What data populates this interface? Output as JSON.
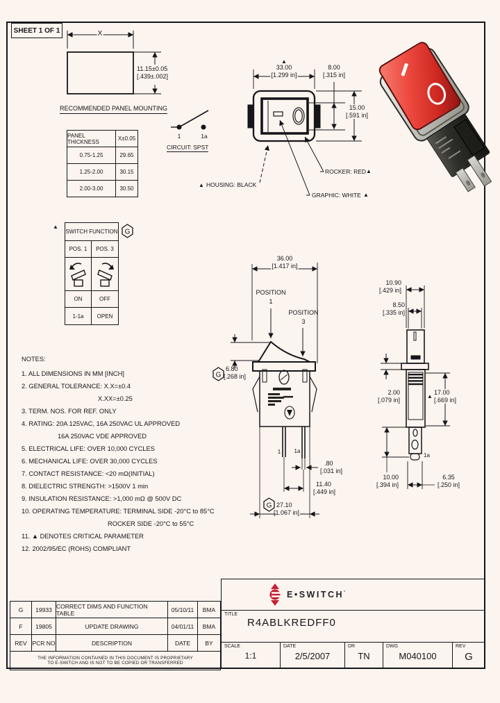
{
  "icons": {
    "critical": "▲"
  },
  "sheet_label": "SHEET 1 OF 1",
  "panel_mounting": {
    "heading": "RECOMMENDED PANEL MOUNTING",
    "dim_x_label": "X",
    "height_mm": "11.15±0.05",
    "height_in": "[.439±.002]",
    "table": {
      "col1": "PANEL THICKNESS",
      "col2": "X±0.05",
      "rows": [
        [
          "0.75-1.25",
          "29.65"
        ],
        [
          "1.25-2.00",
          "30.15"
        ],
        [
          "2.00-3.00",
          "30.50"
        ]
      ]
    }
  },
  "circuit": {
    "terminal1": "1",
    "terminal2": "1a",
    "label": "CIRCUIT: SPST"
  },
  "front_view": {
    "width_mm": "33.00",
    "width_in": "[1.299 in]",
    "rocker_mm": "8.00",
    "rocker_in": "[.315 in]",
    "height_mm": "15.00",
    "height_in": "[.591 in]",
    "housing_callout": "HOUSING: BLACK",
    "rocker_callout": "ROCKER: RED",
    "graphic_callout": "GRAPHIC: WHITE"
  },
  "function_table": {
    "flag": "G",
    "title": "SWITCH FUNCTION",
    "pos1": "POS. 1",
    "pos3": "POS. 3",
    "state1": "ON",
    "state3": "OFF",
    "circuit1": "1-1a",
    "circuit3": "OPEN"
  },
  "notes": {
    "title": "NOTES:",
    "lines": [
      "1. ALL DIMENSIONS IN MM [INCH]",
      "2. GENERAL TOLERANCE: X.X=±0.4",
      "X.XX=±0.25",
      "3. TERM. NOS. FOR REF. ONLY",
      "4. RATING: 20A 125VAC, 16A 250VAC UL APPROVED",
      "16A 250VAC VDE APPROVED",
      "5. ELECTRICAL LIFE: OVER 10,000 CYCLES",
      "6. MECHANICAL LIFE: OVER 30,000 CYCLES",
      "7. CONTACT RESISTANCE: <20 mΩ(INITIAL)",
      "8. DIELECTRIC STRENGTH: >1500V 1 min",
      "9. INSULATION RESISTANCE: >1,000 mΩ @ 500V DC",
      "10. OPERATING TEMPERATURE: TERMINAL SIDE -20°C to 85°C",
      "ROCKER SIDE -20°C to 55°C",
      "11. ▲ DENOTES CRITICAL PARAMETER",
      "12. 2002/95/EC (ROHS) COMPLIANT"
    ]
  },
  "profile_view": {
    "width_mm": "36.00",
    "width_in": "[1.417 in]",
    "position_label1": "POSITION",
    "position_num1": "1",
    "position_label3": "POSITION",
    "position_num3": "3",
    "rocker_height_flag": "G",
    "rocker_height_mm": "6.80",
    "rocker_height_in": "[.268 in]",
    "terminal1": "1",
    "terminal2": "1a",
    "term_thick_mm": ".80",
    "term_thick_in": "[.031 in]",
    "term_pitch_mm": "11.40",
    "term_pitch_in": "[.449 in]",
    "body_width_flag": "G",
    "body_width_mm": "27.10",
    "body_width_in": "[1.067 in]"
  },
  "side_view": {
    "flange_w_mm": "10.90",
    "flange_w_in": "[.429 in]",
    "rocker_w_mm": "8.50",
    "rocker_w_in": "[.335 in]",
    "flange_t_mm": "2.00",
    "flange_t_in": "[.079 in]",
    "body_h_mm": "17.00",
    "body_h_in": "[.669 in]",
    "term_l_mm": "10.00",
    "term_l_in": "[.394 in]",
    "term_w_mm": "6.35",
    "term_w_in": "[.250 in]",
    "terminal_label": "1a"
  },
  "revisions": {
    "headers": {
      "rev": "REV",
      "pcr": "PCR NO",
      "desc": "DESCRIPTION",
      "date": "DATE",
      "by": "BY"
    },
    "rows": [
      {
        "rev": "G",
        "pcr": "19933",
        "desc": "CORRECT DIMS AND FUNCTION TABLE",
        "date": "05/10/11",
        "by": "BMA"
      },
      {
        "rev": "F",
        "pcr": "19805",
        "desc": "UPDATE DRAWING",
        "date": "04/01/11",
        "by": "BMA"
      }
    ],
    "proprietary_line1": "THE INFORMATION CONTAINED IN THIS DOCUMENT IS PROPRIETARY",
    "proprietary_line2": "TO E-SWITCH AND IS NOT TO BE COPIED OR TRANSFERRED"
  },
  "title_block": {
    "brand": "E•SWITCH",
    "brand_mark": "’",
    "title_label": "TITLE",
    "title": "R4ABLKREDFF0",
    "scale_label": "SCALE",
    "scale": "1:1",
    "date_label": "DATE",
    "date": "2/5/2007",
    "dr_label": "DR",
    "dr": "TN",
    "dwg_label": "DWG",
    "dwg": "M040100",
    "rev_label": "REV",
    "rev": "G"
  }
}
